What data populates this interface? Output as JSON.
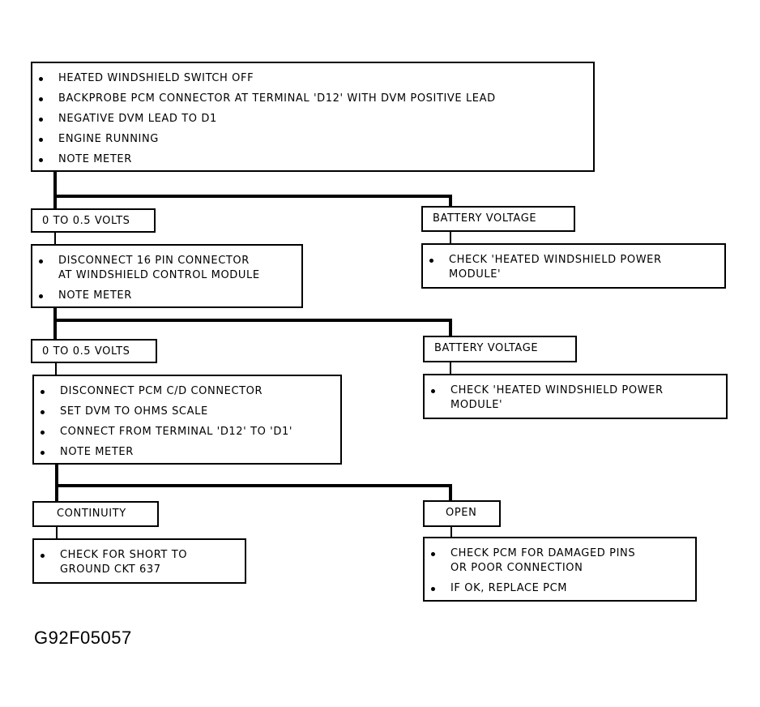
{
  "steps": {
    "step1": {
      "items": [
        "HEATED WINDSHIELD SWITCH OFF",
        "BACKPROBE PCM CONNECTOR AT TERMINAL 'D12' WITH DVM POSITIVE LEAD",
        "NEGATIVE DVM LEAD TO D1",
        "ENGINE RUNNING",
        "NOTE METER"
      ]
    },
    "step2": {
      "items": [
        "DISCONNECT 16 PIN CONNECTOR\nAT WINDSHIELD CONTROL MODULE",
        "NOTE METER"
      ]
    },
    "step3": {
      "items": [
        "DISCONNECT PCM C/D CONNECTOR",
        "SET DVM TO OHMS SCALE",
        "CONNECT FROM TERMINAL 'D12' TO 'D1'",
        "NOTE METER"
      ]
    }
  },
  "results": {
    "r1_left": "0 TO 0.5 VOLTS",
    "r1_right": "BATTERY VOLTAGE",
    "r1_right_action": "CHECK 'HEATED WINDSHIELD POWER\nMODULE'",
    "r2_left": "0 TO 0.5 VOLTS",
    "r2_right": "BATTERY VOLTAGE",
    "r2_right_action": "CHECK 'HEATED WINDSHIELD POWER\nMODULE'",
    "r3_left": "CONTINUITY",
    "r3_left_action": "CHECK FOR SHORT TO\nGROUND CKT 637",
    "r3_right": "OPEN",
    "r3_right_actions": [
      "CHECK PCM FOR DAMAGED PINS\nOR POOR CONNECTION",
      "IF OK, REPLACE PCM"
    ]
  },
  "figure_id": "G92F05057"
}
